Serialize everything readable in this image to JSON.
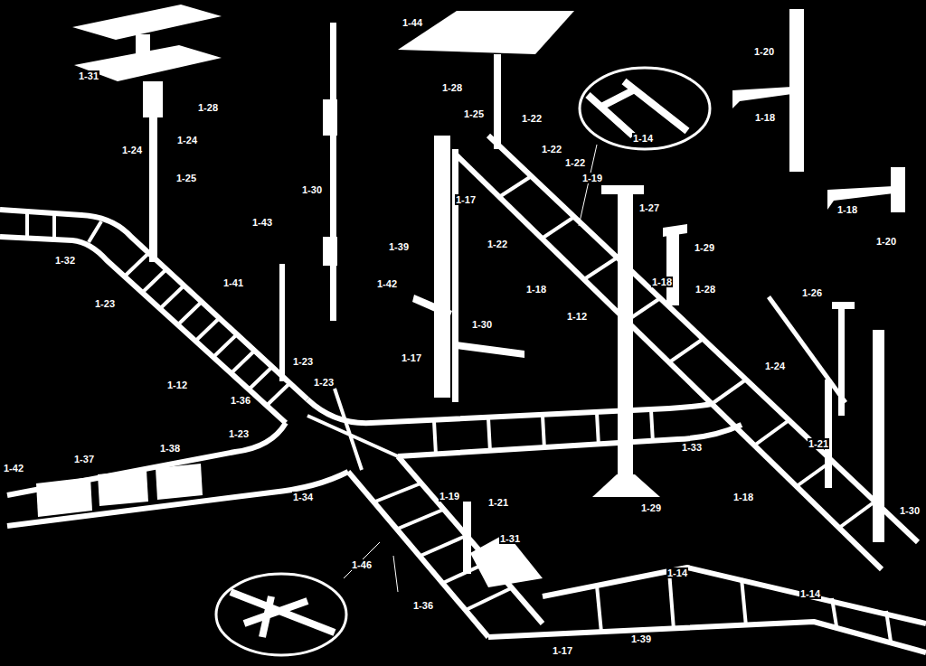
{
  "diagram": {
    "labels": [
      "1-44",
      "1-20",
      "1-31",
      "1-28",
      "1-28",
      "1-25",
      "1-22",
      "1-14",
      "1-24",
      "1-24",
      "1-22",
      "1-22",
      "1-18",
      "1-25",
      "1-30",
      "1-17",
      "1-19",
      "1-27",
      "1-18",
      "1-20",
      "1-43",
      "1-39",
      "1-22",
      "1-29",
      "1-32",
      "1-42",
      "1-18",
      "1-18",
      "1-28",
      "1-41",
      "1-26",
      "1-23",
      "1-12",
      "1-30",
      "1-24",
      "1-17",
      "1-23",
      "1-23",
      "1-12",
      "1-36",
      "1-23",
      "1-21",
      "1-33",
      "1-37",
      "1-38",
      "1-42",
      "1-18",
      "1-19",
      "1-21",
      "1-29",
      "1-34",
      "1-30",
      "1-31",
      "1-46",
      "1-14",
      "1-14",
      "1-36",
      "1-39",
      "1-17"
    ]
  }
}
